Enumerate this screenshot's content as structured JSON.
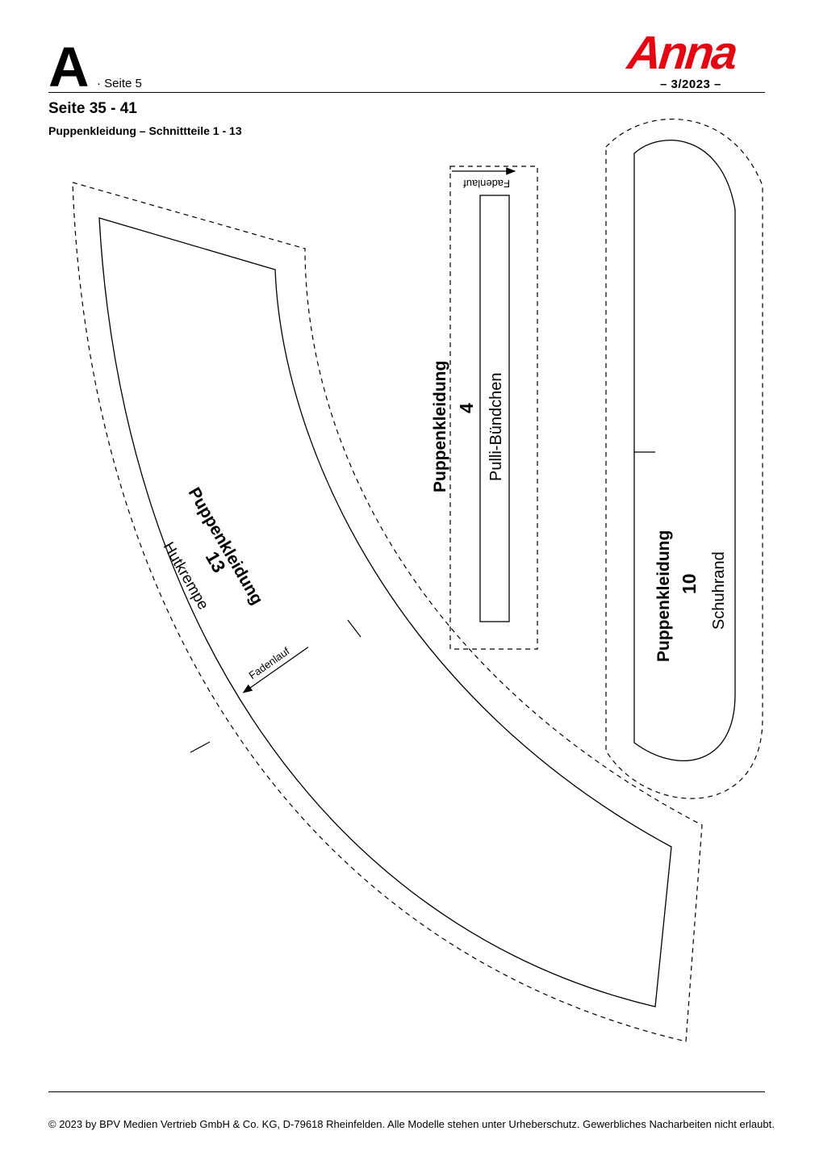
{
  "header": {
    "sheet_letter": "A",
    "page_label": "· Seite 5",
    "brand": "Anna",
    "issue": "– 3/2023 –"
  },
  "section": {
    "title": "Seite 35 - 41",
    "subtitle": "Puppenkleidung – Schnittteile 1 - 13"
  },
  "pieces": [
    {
      "category": "Puppenkleidung",
      "number": "13",
      "name": "Hutkrempe",
      "grain_label": "Fadenlauf"
    },
    {
      "category": "Puppenkleidung",
      "number": "4",
      "name": "Pulli-Bündchen",
      "grain_label": "Fadenlauf"
    },
    {
      "category": "Puppenkleidung",
      "number": "10",
      "name": "Schuhrand"
    }
  ],
  "footer": {
    "copyright": "© 2023 by BPV Medien Vertrieb GmbH & Co. KG, D-79618 Rheinfelden. Alle Modelle stehen unter Urheberschutz. Gewerbliches Nacharbeiten nicht erlaubt."
  }
}
